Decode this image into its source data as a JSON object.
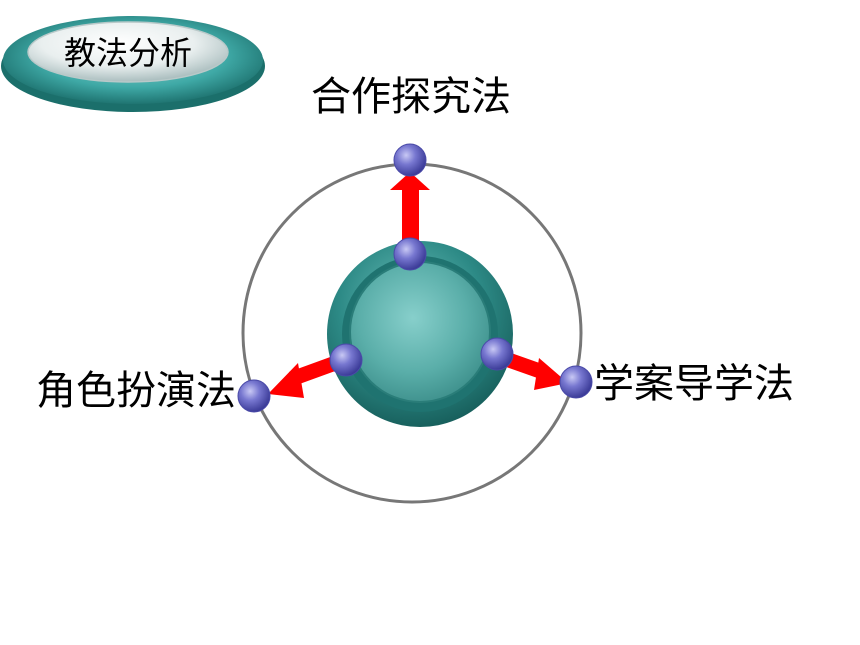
{
  "header": {
    "badge_title": "教法分析"
  },
  "diagram": {
    "methods": {
      "top": "合作探究法",
      "right": "学案导学法",
      "left": "角色扮演法"
    },
    "colors": {
      "arrow": "#ff0000",
      "node": "#6666cc",
      "orbit": "#777777",
      "hub_outer": "#1f6f6c",
      "hub_inner": "#5fb2ae",
      "badge_ring": "#3aa5a3"
    }
  }
}
